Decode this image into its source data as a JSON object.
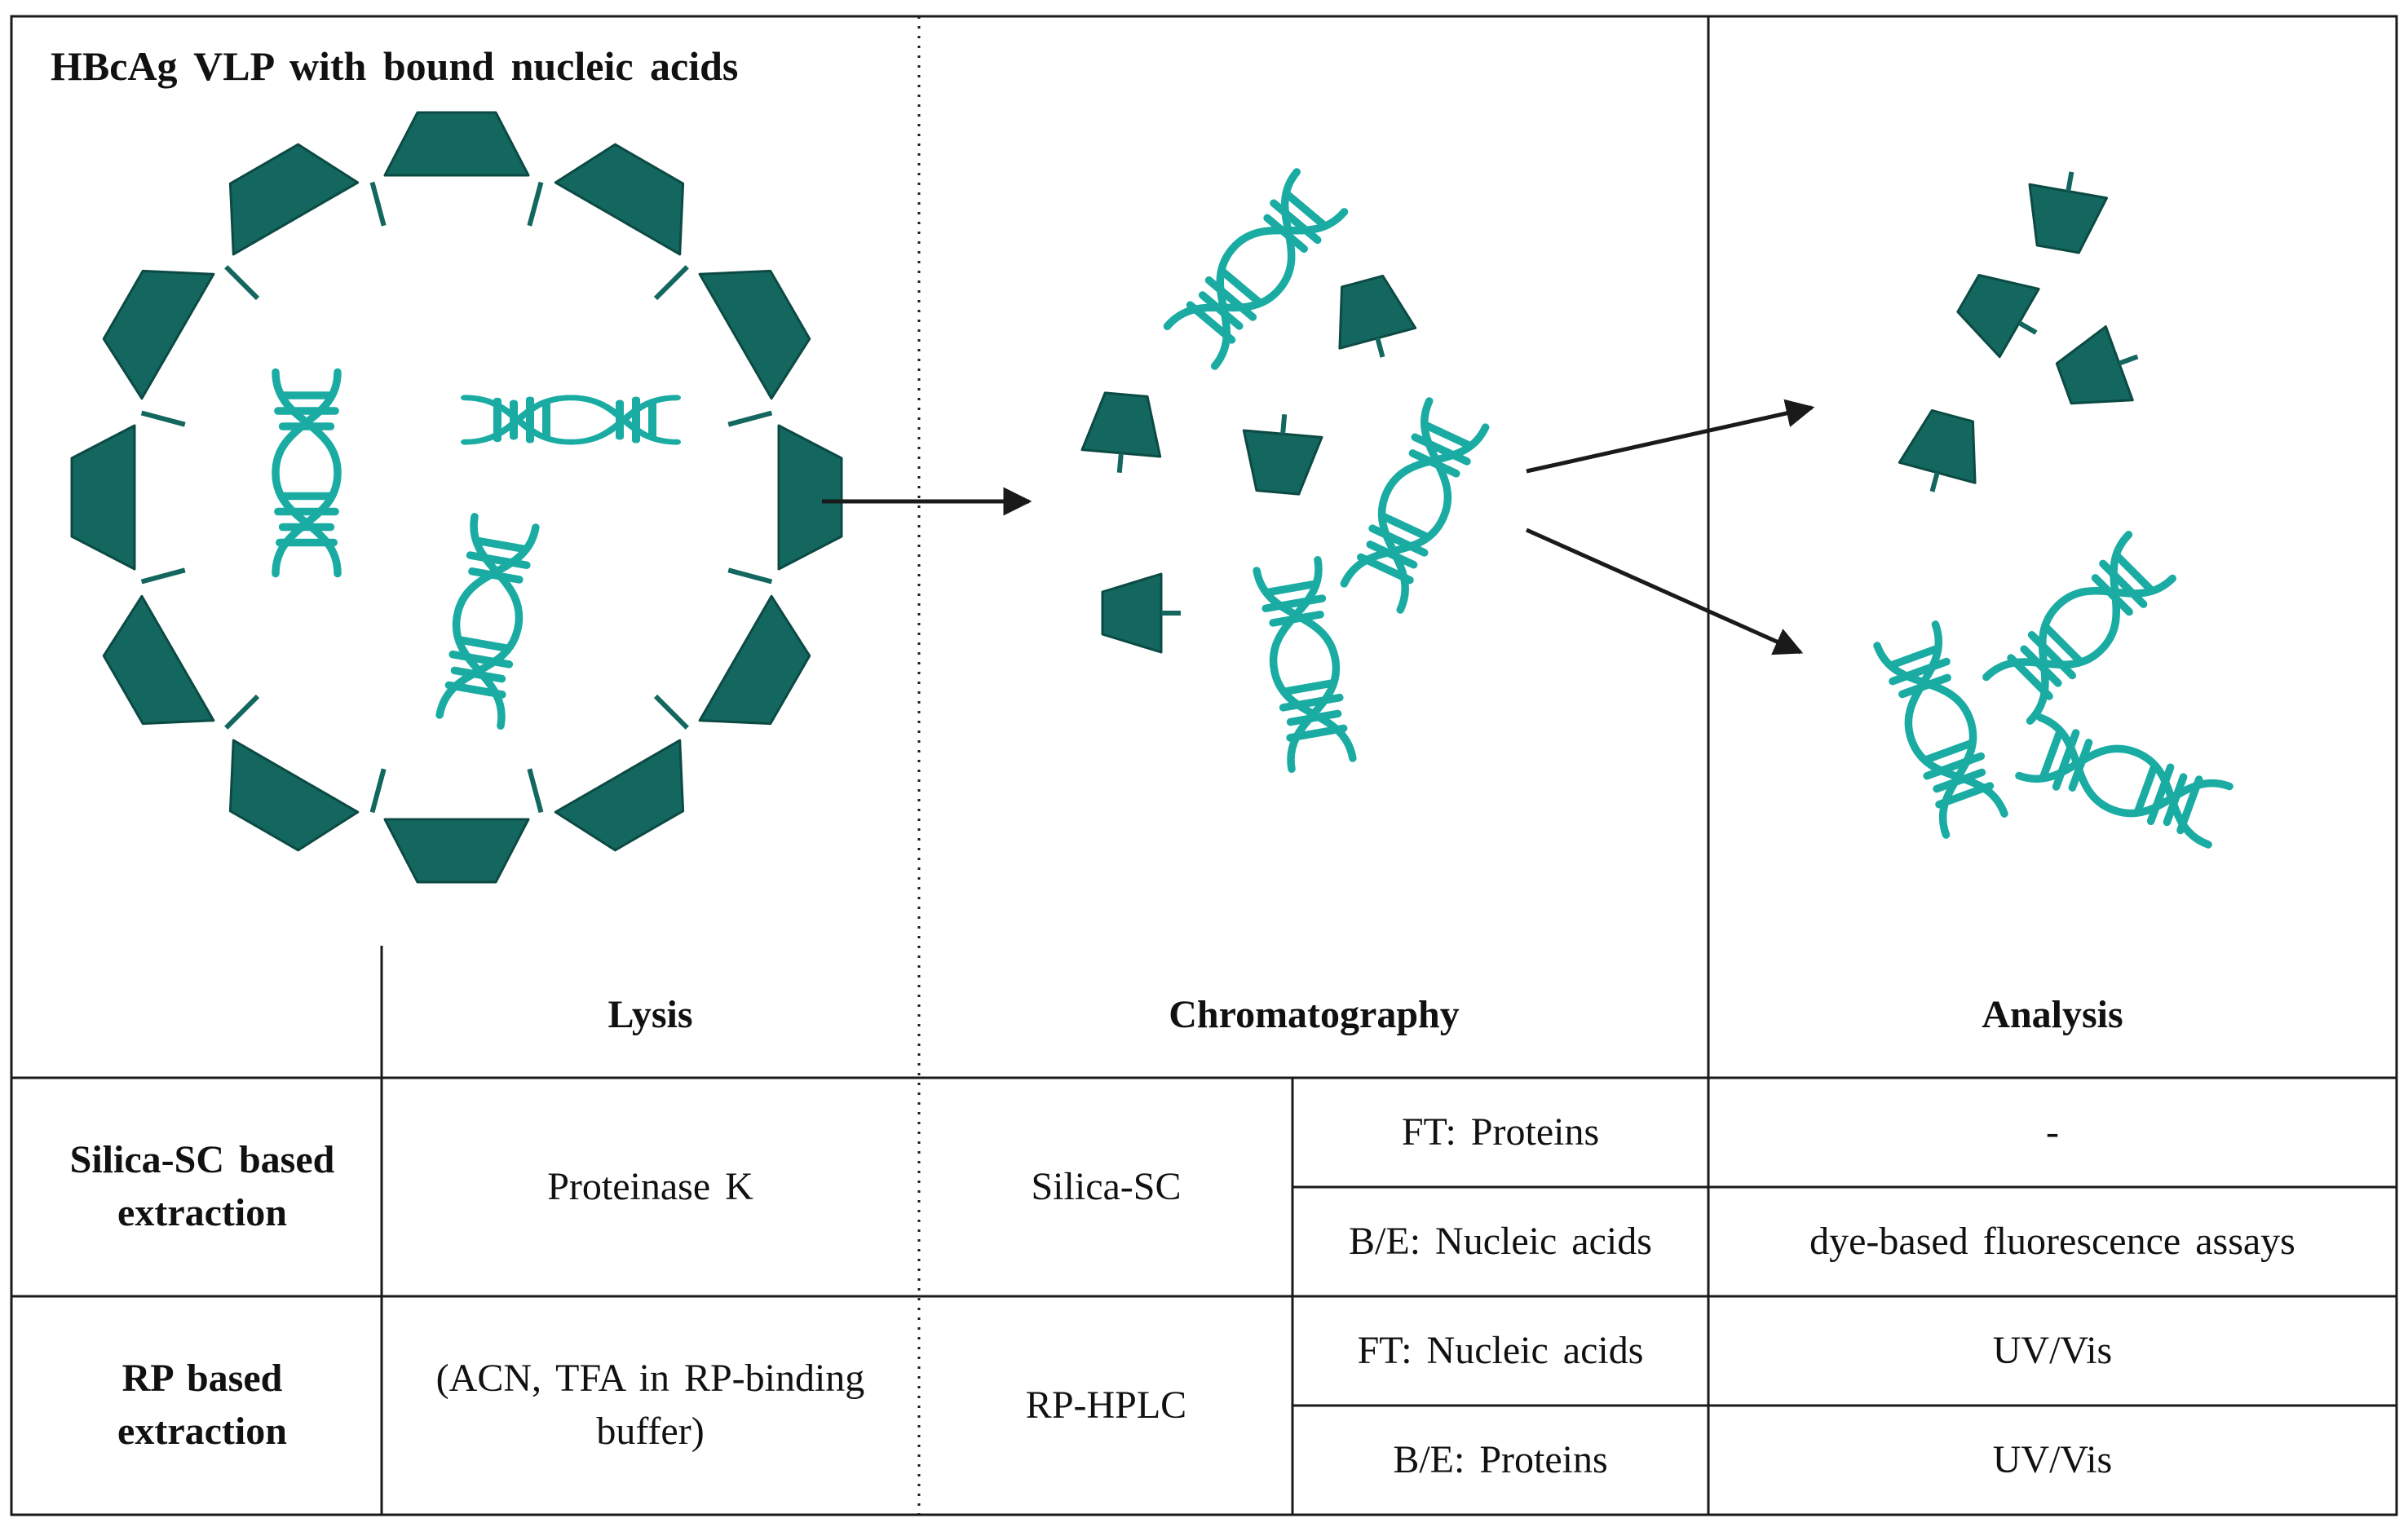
{
  "figure": {
    "title": "HBcAg VLP with bound nucleic acids",
    "colors": {
      "protein": "#13675f",
      "protein_stroke": "#0c4a44",
      "nucleic_acid": "#1aaca3",
      "line": "#1a1a1a"
    },
    "icons": [
      "protein-subunit-icon",
      "dna-helix-icon",
      "arrow-icon"
    ]
  },
  "table": {
    "headers": {
      "lysis": "Lysis",
      "chromatography": "Chromatography",
      "analysis": "Analysis"
    },
    "rows": [
      {
        "method": "Silica-SC based extraction",
        "lysis": "Proteinase K",
        "chromatography": "Silica-SC",
        "fractions": [
          {
            "fraction": "FT: Proteins",
            "analysis": "-"
          },
          {
            "fraction": "B/E: Nucleic acids",
            "analysis": "dye-based fluorescence assays"
          }
        ]
      },
      {
        "method": "RP based extraction",
        "lysis": "(ACN, TFA in RP-binding buffer)",
        "chromatography": "RP-HPLC",
        "fractions": [
          {
            "fraction": "FT: Nucleic acids",
            "analysis": "UV/Vis"
          },
          {
            "fraction": "B/E: Proteins",
            "analysis": "UV/Vis"
          }
        ]
      }
    ]
  }
}
